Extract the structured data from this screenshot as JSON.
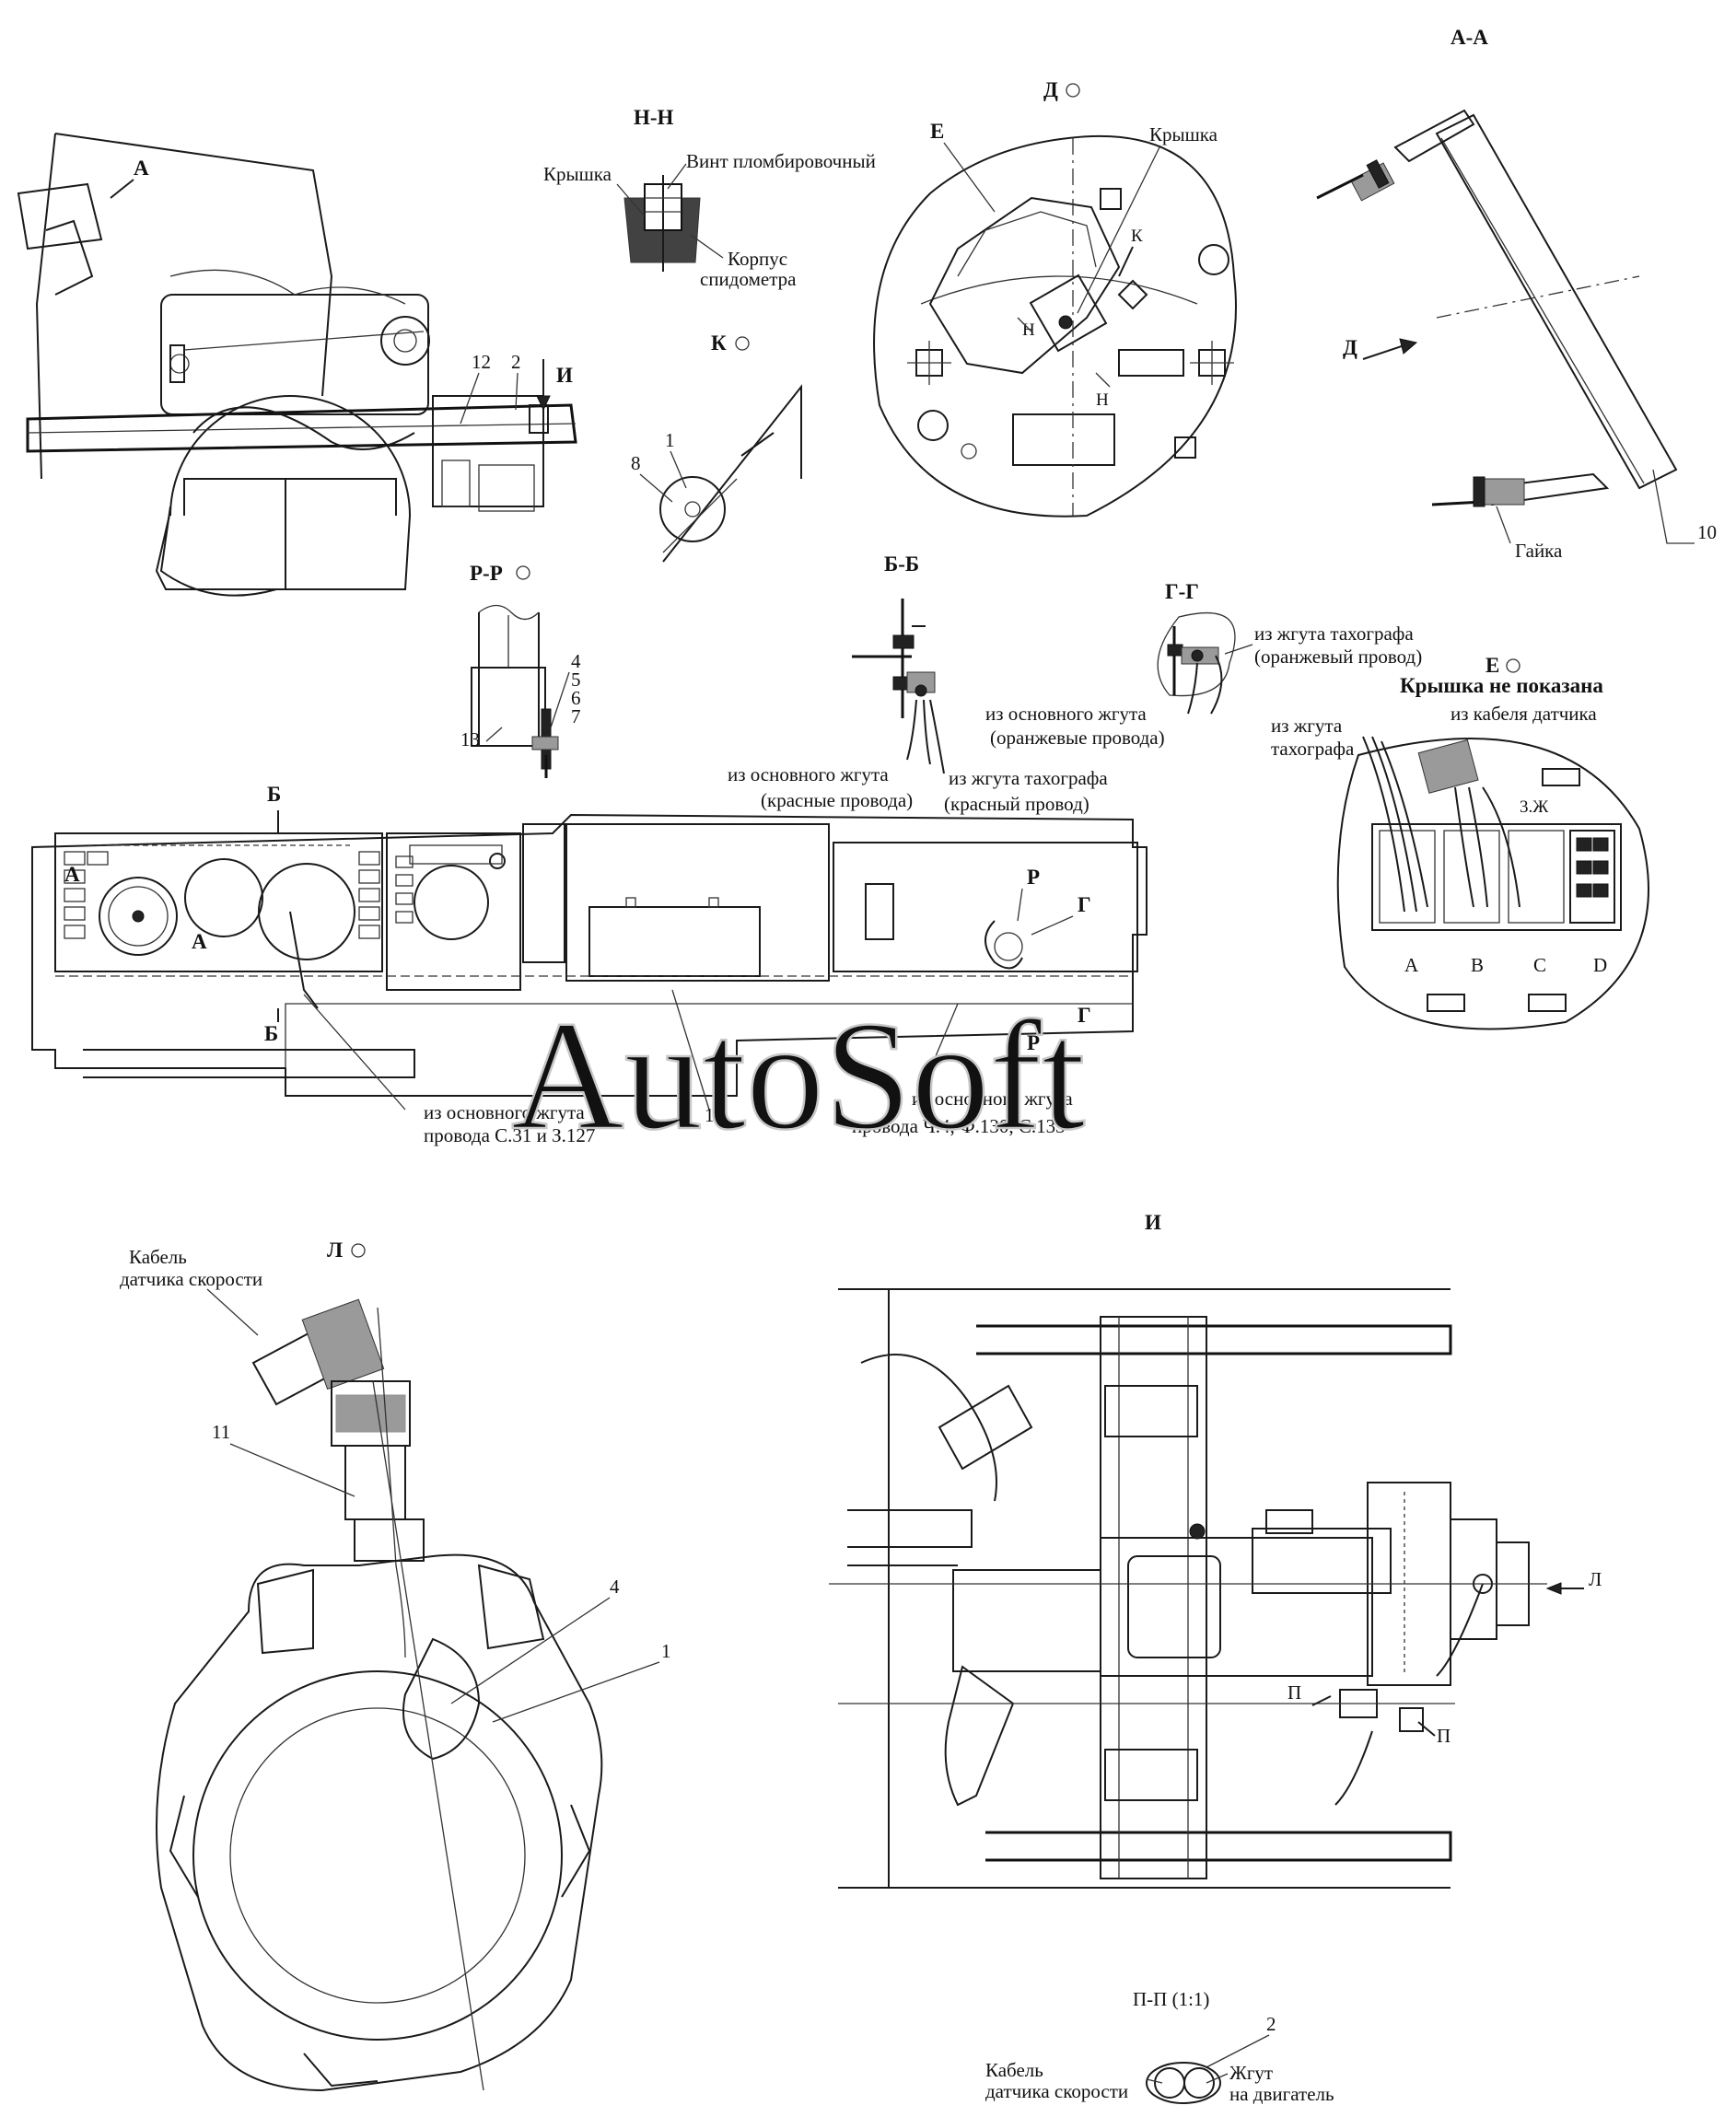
{
  "watermark": "AutoSoft",
  "views": {
    "nn": {
      "title": "Н-Н",
      "cover": "Крышка",
      "screw": "Винт пломбировочный",
      "body1": "Корпус",
      "body2": "спидометра"
    },
    "d": {
      "title": "Д",
      "e": "Е",
      "cover": "Крышка",
      "k": "К",
      "n1": "Н",
      "n2": "Н"
    },
    "aa": {
      "title": "А-А",
      "d": "Д",
      "nut": "Гайка",
      "pos10": "10"
    },
    "main": {
      "a": "А",
      "i": "И",
      "pos12": "12",
      "pos2": "2"
    },
    "k": {
      "title": "К",
      "pos1": "1",
      "pos8": "8"
    },
    "rr": {
      "title": "Р-Р",
      "pos4": "4",
      "pos5": "5",
      "pos6": "6",
      "pos7": "7",
      "pos13": "13"
    },
    "bb": {
      "title": "Б-Б",
      "red1": "из основного жгута",
      "red2": "(красные провода)",
      "tr1": "из жгута тахографа",
      "tr2": "(красный провод)"
    },
    "gg": {
      "title": "Г-Г",
      "t1": "из жгута тахографа",
      "t2": "(оранжевый провод)",
      "m1": "из основного жгута",
      "m2": "(оранжевые провода)"
    },
    "e": {
      "title": "Е",
      "note": "Крышка не показана",
      "sensor": "из кабеля датчика",
      "tach1": "из жгута",
      "tach2": "тахографа",
      "wire": "3.Ж",
      "a": "A",
      "b": "B",
      "c": "C",
      "d": "D"
    },
    "panel": {
      "b1": "Б",
      "b2": "Б",
      "a1": "А",
      "a2": "А",
      "r1": "Р",
      "r2": "Р",
      "g1": "Г",
      "g2": "Г",
      "w1a": "из основного жгута",
      "w1b": "провода С.31 и З.127",
      "w2a": "из основного жгута",
      "w2b": "провода Ч.4, Ф.130, С.133",
      "pos15": "15"
    },
    "l": {
      "title": "Л",
      "cable1": "Кабель",
      "cable2": "датчика скорости",
      "pos11": "11",
      "pos4": "4",
      "pos1": "1"
    },
    "i": {
      "title": "И",
      "l": "Л",
      "p1": "П",
      "p2": "П"
    },
    "pp": {
      "title": "П-П (1:1)",
      "pos2": "2",
      "cable1": "Кабель",
      "cable2": "датчика скорости",
      "harn1": "Жгут",
      "harn2": "на двигатель"
    }
  }
}
